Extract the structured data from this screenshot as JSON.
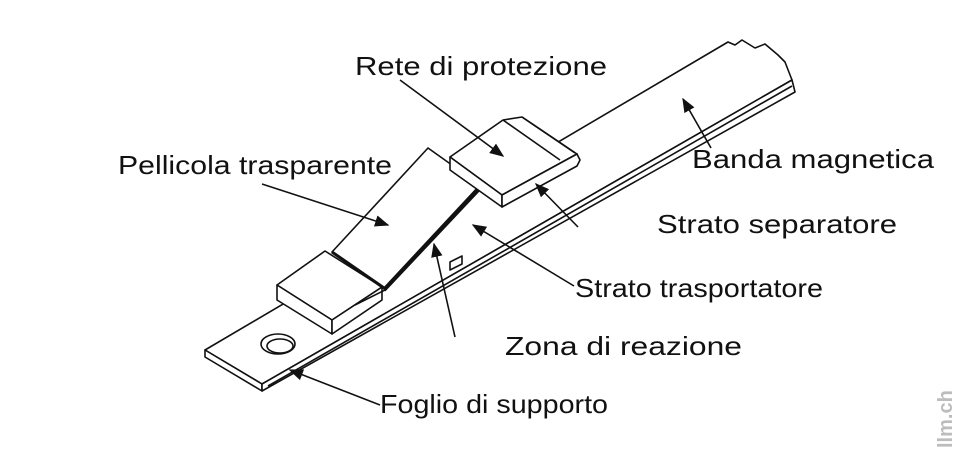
{
  "labels": {
    "rete": "Rete di protezione",
    "pellicola": "Pellicola trasparente",
    "banda": "Banda magnetica",
    "separatore": "Strato separatore",
    "trasportatore": "Strato trasportatore",
    "zona": "Zona di reazione",
    "foglio": "Foglio di supporto"
  },
  "watermark": "llm.ch"
}
